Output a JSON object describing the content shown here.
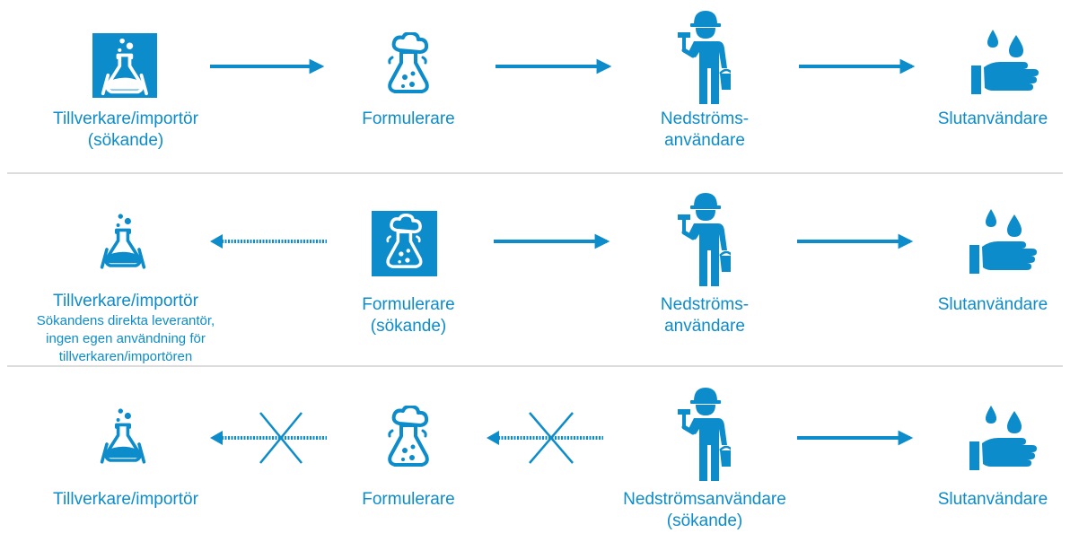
{
  "colors": {
    "accent": "#0d8ccb",
    "divider": "#dcdcdc",
    "cross": "#0d8ccb"
  },
  "rows": [
    {
      "nodes": [
        {
          "icon": "flask-boxed-icon",
          "lines": [
            "Tillverkare/importör",
            "(sökande)"
          ]
        },
        {
          "icon": "foaming-flask-icon",
          "lines": [
            "Formulerare"
          ]
        },
        {
          "icon": "worker-icon",
          "lines": [
            "Nedströms-",
            "användare"
          ]
        },
        {
          "icon": "hand-drops-icon",
          "lines": [
            "Slutanvändare"
          ]
        }
      ]
    },
    {
      "nodes": [
        {
          "icon": "flask-icon",
          "lines": [
            "Tillverkare/importör"
          ],
          "sub_lines": [
            "Sökandens direkta leverantör,",
            "ingen egen användning för",
            "tillverkaren/importören"
          ]
        },
        {
          "icon": "foaming-flask-boxed-icon",
          "lines": [
            "Formulerare",
            "(sökande)"
          ]
        },
        {
          "icon": "worker-icon",
          "lines": [
            "Nedströms-",
            "användare"
          ]
        },
        {
          "icon": "hand-drops-icon",
          "lines": [
            "Slutanvändare"
          ]
        }
      ]
    },
    {
      "nodes": [
        {
          "icon": "flask-icon",
          "lines": [
            "Tillverkare/importör"
          ]
        },
        {
          "icon": "foaming-flask-icon",
          "lines": [
            "Formulerare"
          ]
        },
        {
          "icon": "worker-icon",
          "lines": [
            "Nedströmsanvändare",
            "(sökande)"
          ]
        },
        {
          "icon": "hand-drops-icon",
          "lines": [
            "Slutanvändare"
          ]
        }
      ]
    }
  ]
}
